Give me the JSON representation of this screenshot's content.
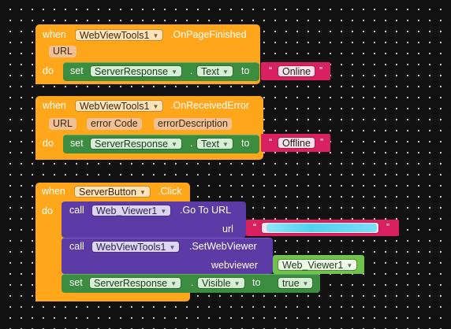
{
  "colors": {
    "event": "#FFA61A",
    "setter": "#3C8D40",
    "method_call": "#5D3BA6",
    "text": "#D92060",
    "component": "#70C24D",
    "workspace": "#121212"
  },
  "blocks": [
    {
      "when": "when",
      "component": "WebViewTools1",
      "event": ".OnPageFinished",
      "params": [
        "URL"
      ],
      "do": "do",
      "set": {
        "kw": "set",
        "component": "ServerResponse",
        "dot": ".",
        "property": "Text",
        "to": "to",
        "value": "Online"
      }
    },
    {
      "when": "when",
      "component": "WebViewTools1",
      "event": ".OnReceivedError",
      "params": [
        "URL",
        "error Code",
        "errorDescription"
      ],
      "do": "do",
      "set": {
        "kw": "set",
        "component": "ServerResponse",
        "dot": ".",
        "property": "Text",
        "to": "to",
        "value": "Offline"
      }
    },
    {
      "when": "when",
      "component": "ServerButton",
      "event": ".Click",
      "do": "do",
      "call1": {
        "kw": "call",
        "component": "Web_Viewer1",
        "method": ".Go To URL",
        "arg_label": "url"
      },
      "call2": {
        "kw": "call",
        "component": "WebViewTools1",
        "method": ".SetWebViewer",
        "arg_label": "webviewer",
        "arg_value": "Web_Viewer1"
      },
      "set": {
        "kw": "set",
        "component": "ServerResponse",
        "dot": ".",
        "property": "Visible",
        "to": "to",
        "value": "true"
      }
    }
  ],
  "icons": {
    "dropdown": "dropdown-arrow-icon",
    "quote": "quote-mark-icon"
  },
  "quote_open": "“",
  "quote_close": "”",
  "arrow": "▼"
}
